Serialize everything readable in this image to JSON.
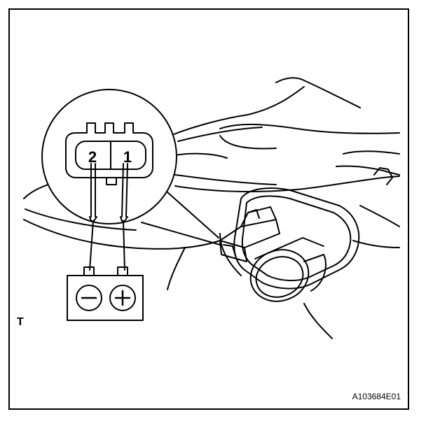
{
  "figure": {
    "code": "A103684E01",
    "view_letter": "T"
  },
  "connector": {
    "pins": [
      {
        "number": "2"
      },
      {
        "number": "1"
      }
    ]
  },
  "battery": {
    "negative_symbol": "−",
    "positive_symbol": "+"
  }
}
